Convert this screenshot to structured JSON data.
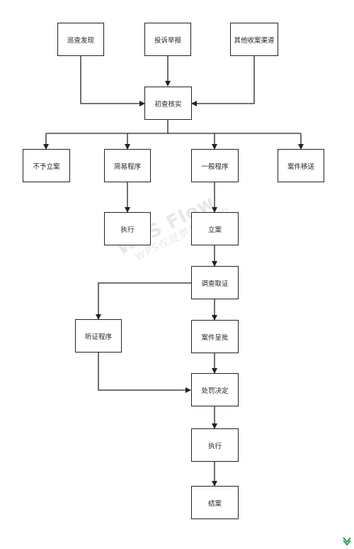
{
  "nodes": {
    "patrol": "巡查发现",
    "complaint": "投诉举报",
    "other_channels": "其他收案渠道",
    "initial_check": "初查核实",
    "no_case": "不予立案",
    "simple_procedure": "简易程序",
    "general_procedure": "一般程序",
    "case_transfer": "案件移送",
    "simple_execute": "执行",
    "file_case": "立案",
    "investigate": "调查取证",
    "hearing": "听证程序",
    "case_approval": "案件呈批",
    "penalty_decision": "处罚决定",
    "execute": "执行",
    "close_case": "结案"
  },
  "watermark": {
    "line1": "WPS Flow",
    "line2": "WPS仅提供作图能力"
  },
  "colors": {
    "line": "#222222",
    "logo_green": "#2ea04a"
  }
}
